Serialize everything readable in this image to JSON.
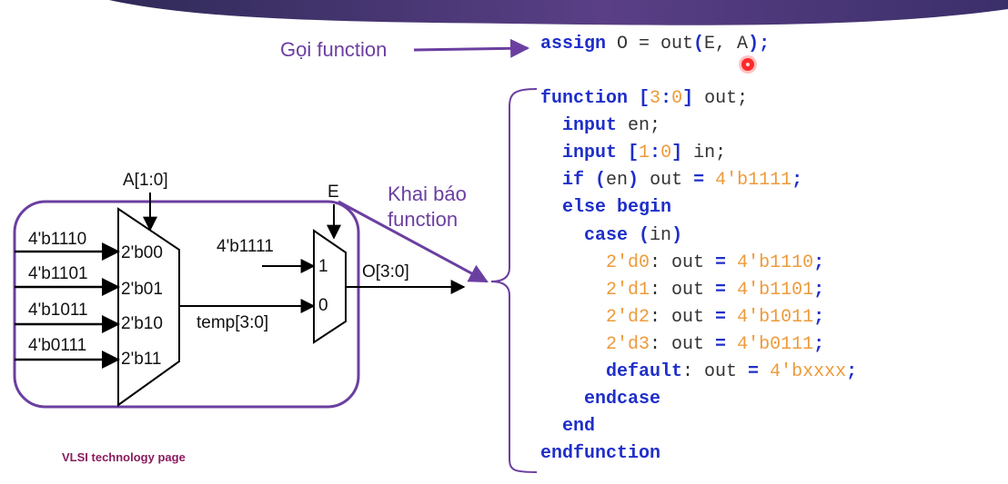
{
  "annotations": {
    "call_label": "Gọi function",
    "declare_label_line1": "Khai   báo",
    "declare_label_line2": "function"
  },
  "code": {
    "assign_line": [
      {
        "t": "assign",
        "c": "kw"
      },
      {
        "t": " O = out",
        "c": "tx"
      },
      {
        "t": "(",
        "c": "kw"
      },
      {
        "t": "E, A",
        "c": "tx"
      },
      {
        "t": ");",
        "c": "kw"
      }
    ],
    "function_lines": [
      [
        {
          "t": "function ",
          "c": "kw"
        },
        {
          "t": "[",
          "c": "kw"
        },
        {
          "t": "3",
          "c": "nm"
        },
        {
          "t": ":",
          "c": "kw"
        },
        {
          "t": "0",
          "c": "nm"
        },
        {
          "t": "]",
          "c": "kw"
        },
        {
          "t": " out;",
          "c": "tx"
        }
      ],
      [
        {
          "t": "  input",
          "c": "kw"
        },
        {
          "t": " en;",
          "c": "tx"
        }
      ],
      [
        {
          "t": "  input ",
          "c": "kw"
        },
        {
          "t": "[",
          "c": "kw"
        },
        {
          "t": "1",
          "c": "nm"
        },
        {
          "t": ":",
          "c": "kw"
        },
        {
          "t": "0",
          "c": "nm"
        },
        {
          "t": "]",
          "c": "kw"
        },
        {
          "t": " in;",
          "c": "tx"
        }
      ],
      [
        {
          "t": "  if ",
          "c": "kw"
        },
        {
          "t": "(",
          "c": "kw"
        },
        {
          "t": "en",
          "c": "tx"
        },
        {
          "t": ")",
          "c": "kw"
        },
        {
          "t": " out ",
          "c": "tx"
        },
        {
          "t": "=",
          "c": "kw"
        },
        {
          "t": " 4'b1111",
          "c": "nm"
        },
        {
          "t": ";",
          "c": "kw"
        }
      ],
      [
        {
          "t": "  else begin",
          "c": "kw"
        }
      ],
      [
        {
          "t": "    case ",
          "c": "kw"
        },
        {
          "t": "(",
          "c": "kw"
        },
        {
          "t": "in",
          "c": "tx"
        },
        {
          "t": ")",
          "c": "kw"
        }
      ],
      [
        {
          "t": "      2'd0",
          "c": "nm"
        },
        {
          "t": ": out ",
          "c": "tx"
        },
        {
          "t": "=",
          "c": "kw"
        },
        {
          "t": " 4'b1110",
          "c": "nm"
        },
        {
          "t": ";",
          "c": "kw"
        }
      ],
      [
        {
          "t": "      2'd1",
          "c": "nm"
        },
        {
          "t": ": out ",
          "c": "tx"
        },
        {
          "t": "=",
          "c": "kw"
        },
        {
          "t": " 4'b1101",
          "c": "nm"
        },
        {
          "t": ";",
          "c": "kw"
        }
      ],
      [
        {
          "t": "      2'd2",
          "c": "nm"
        },
        {
          "t": ": out ",
          "c": "tx"
        },
        {
          "t": "=",
          "c": "kw"
        },
        {
          "t": " 4'b1011",
          "c": "nm"
        },
        {
          "t": ";",
          "c": "kw"
        }
      ],
      [
        {
          "t": "      2'd3",
          "c": "nm"
        },
        {
          "t": ": out ",
          "c": "tx"
        },
        {
          "t": "=",
          "c": "kw"
        },
        {
          "t": " 4'b0111",
          "c": "nm"
        },
        {
          "t": ";",
          "c": "kw"
        }
      ],
      [
        {
          "t": "      default",
          "c": "kw"
        },
        {
          "t": ": out ",
          "c": "tx"
        },
        {
          "t": "=",
          "c": "kw"
        },
        {
          "t": " 4'bxxxx",
          "c": "nm"
        },
        {
          "t": ";",
          "c": "kw"
        }
      ],
      [
        {
          "t": "    endcase",
          "c": "kw"
        }
      ],
      [
        {
          "t": "  end",
          "c": "kw"
        }
      ],
      [
        {
          "t": "endfunction",
          "c": "kw"
        }
      ]
    ]
  },
  "circuit": {
    "select_label": "A[1:0]",
    "enable_label": "E",
    "inputs": [
      "4'b1110",
      "4'b1101",
      "4'b1011",
      "4'b0111"
    ],
    "mux4_ports": [
      "2'b00",
      "2'b01",
      "2'b10",
      "2'b11"
    ],
    "mux2_input_value": "4'b1111",
    "mux2_ports": [
      "1",
      "0"
    ],
    "temp_label": "temp[3:0]",
    "output_label": "O[3:0]"
  },
  "footer": "VLSI technology page",
  "colors": {
    "keyword": "#1f2fc9",
    "number": "#ee9a3a",
    "text": "#333333",
    "annotation": "#6b3fa0",
    "footer": "#8a1c5e",
    "header_band": "#5a3f86"
  }
}
